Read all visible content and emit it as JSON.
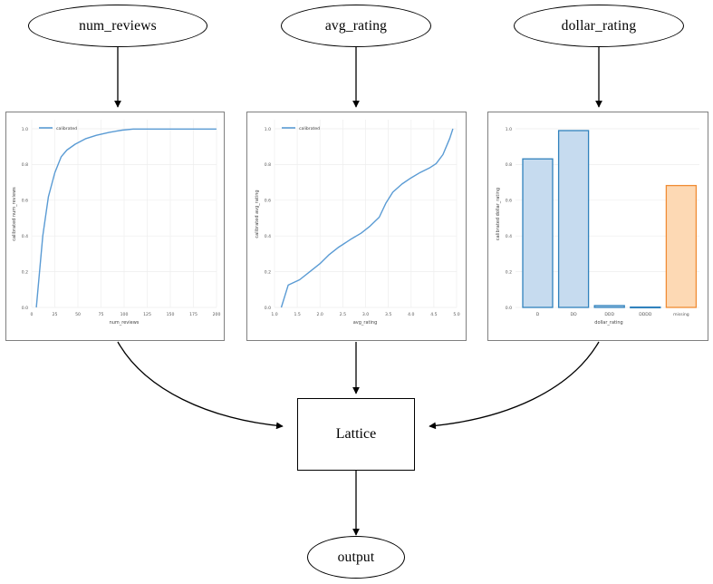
{
  "graph": {
    "input_nodes": [
      {
        "id": "num_reviews",
        "label": "num_reviews"
      },
      {
        "id": "avg_rating",
        "label": "avg_rating"
      },
      {
        "id": "dollar_rating",
        "label": "dollar_rating"
      }
    ],
    "model_node": {
      "id": "lattice",
      "label": "Lattice"
    },
    "output_node": {
      "id": "output",
      "label": "output"
    }
  },
  "colors": {
    "line_blue": "#5a9bd4",
    "bar_fill": "#c6dbef",
    "bar_edge": "#3182bd",
    "bar_fill_missing": "#fdd9b4",
    "bar_edge_missing": "#f08c34",
    "panel_border": "#808080",
    "grid": "#eeeeee",
    "text": "#444444",
    "edge_black": "#000000"
  },
  "chart_data": [
    {
      "id": "num_reviews_calibrator",
      "type": "line",
      "title": "",
      "xlabel": "num_reviews",
      "ylabel": "calibrated num_reviews",
      "xlim": [
        0,
        205
      ],
      "ylim": [
        -0.03,
        1.05
      ],
      "xticks": [
        0,
        25,
        50,
        75,
        100,
        125,
        150,
        175,
        200
      ],
      "xticklabels": [
        "0",
        "25",
        "50",
        "75",
        "100",
        "125",
        "150",
        "175",
        "200"
      ],
      "yticks": [
        0.0,
        0.2,
        0.4,
        0.6,
        0.8,
        1.0
      ],
      "yticklabels": [
        "0.0",
        "0.2",
        "0.4",
        "0.6",
        "0.8",
        "1.0"
      ],
      "grid": true,
      "legend": {
        "position": "upper left",
        "entries": [
          "calibrated"
        ]
      },
      "series": [
        {
          "name": "calibrated",
          "x": [
            5,
            12,
            18,
            25,
            32,
            38,
            47,
            58,
            70,
            84,
            98,
            110,
            125,
            150,
            175,
            200
          ],
          "y": [
            0.0,
            0.4,
            0.62,
            0.755,
            0.845,
            0.882,
            0.915,
            0.945,
            0.965,
            0.982,
            0.994,
            1.0,
            1.0,
            1.0,
            1.0,
            1.0
          ]
        }
      ]
    },
    {
      "id": "avg_rating_calibrator",
      "type": "line",
      "title": "",
      "xlabel": "avg_rating",
      "ylabel": "calibrated avg_rating",
      "xlim": [
        0.95,
        5.05
      ],
      "ylim": [
        -0.03,
        1.05
      ],
      "xticks": [
        1.0,
        1.5,
        2.0,
        2.5,
        3.0,
        3.5,
        4.0,
        4.5,
        5.0
      ],
      "xticklabels": [
        "1.0",
        "1.5",
        "2.0",
        "2.5",
        "3.0",
        "3.5",
        "4.0",
        "4.5",
        "5.0"
      ],
      "yticks": [
        0.0,
        0.2,
        0.4,
        0.6,
        0.8,
        1.0
      ],
      "yticklabels": [
        "0.0",
        "0.2",
        "0.4",
        "0.6",
        "0.8",
        "1.0"
      ],
      "grid": true,
      "legend": {
        "position": "upper left",
        "entries": [
          "calibrated"
        ]
      },
      "series": [
        {
          "name": "calibrated",
          "x": [
            1.15,
            1.3,
            1.55,
            1.8,
            2.0,
            2.2,
            2.4,
            2.5,
            2.7,
            2.9,
            3.1,
            3.3,
            3.45,
            3.6,
            3.8,
            4.0,
            4.2,
            4.4,
            4.55,
            4.7,
            4.85,
            4.92
          ],
          "y": [
            0.0,
            0.125,
            0.155,
            0.205,
            0.245,
            0.295,
            0.335,
            0.352,
            0.385,
            0.415,
            0.455,
            0.505,
            0.585,
            0.645,
            0.69,
            0.725,
            0.755,
            0.78,
            0.805,
            0.855,
            0.945,
            1.0
          ]
        }
      ]
    },
    {
      "id": "dollar_rating_calibrator",
      "type": "bar",
      "title": "",
      "xlabel": "dollar_rating",
      "ylabel": "calibrated dollar_rating",
      "ylim": [
        0.0,
        1.05
      ],
      "yticks": [
        0.0,
        0.2,
        0.4,
        0.6,
        0.8,
        1.0
      ],
      "yticklabels": [
        "0.0",
        "0.2",
        "0.4",
        "0.6",
        "0.8",
        "1.0"
      ],
      "grid": true,
      "categories": [
        "D",
        "DD",
        "DDD",
        "DDDD",
        "missing"
      ],
      "values": [
        0.832,
        0.992,
        0.01,
        0.002,
        0.692
      ],
      "bar_styles": [
        "blue",
        "blue",
        "blue",
        "blue",
        "orange"
      ]
    }
  ]
}
